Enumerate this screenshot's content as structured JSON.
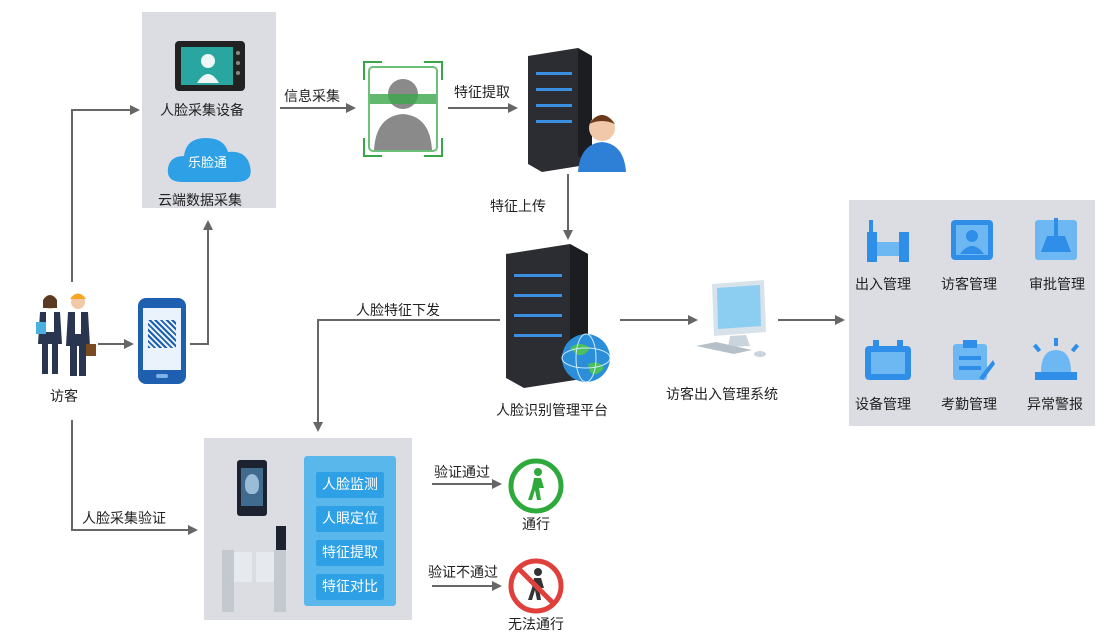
{
  "device": {
    "face_capture": "人脸采集设备",
    "cloud_brand": "乐脸通",
    "cloud_collect": "云端数据采集"
  },
  "flow": {
    "info_collect": "信息采集",
    "feature_extract": "特征提取",
    "feature_upload": "特征上传",
    "face_feature_issue": "人脸特征下发",
    "face_verify": "人脸采集验证",
    "visitor": "访客"
  },
  "platform": {
    "label": "人脸识别管理平台"
  },
  "system": {
    "label": "访客出入管理系统"
  },
  "modules": [
    {
      "label": "出入管理",
      "icon": "gate-icon"
    },
    {
      "label": "访客管理",
      "icon": "visitor-card-icon"
    },
    {
      "label": "审批管理",
      "icon": "approval-icon"
    },
    {
      "label": "设备管理",
      "icon": "device-icon"
    },
    {
      "label": "考勤管理",
      "icon": "attendance-icon"
    },
    {
      "label": "异常警报",
      "icon": "alarm-icon"
    }
  ],
  "terminal": {
    "steps": [
      "人脸监测",
      "人眼定位",
      "特征提取",
      "特征对比"
    ]
  },
  "result": {
    "pass_condition": "验证通过",
    "pass_label": "通行",
    "fail_condition": "验证不通过",
    "fail_label": "无法通行"
  },
  "colors": {
    "panel": "#dcdde3",
    "accent": "#2ea0e6",
    "pass": "#2eaa3c",
    "fail": "#e0403c"
  }
}
